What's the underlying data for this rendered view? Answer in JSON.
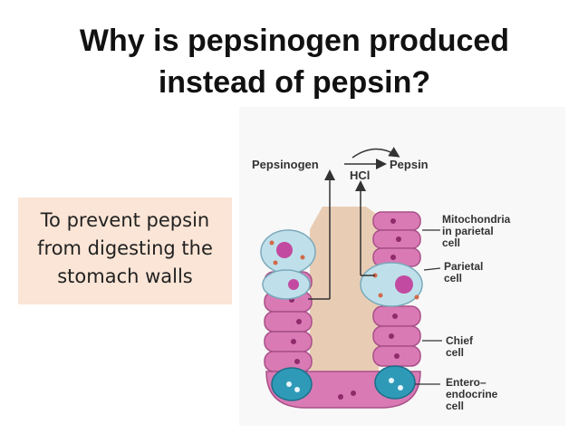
{
  "slide": {
    "title_line1": "Why is pepsinogen produced",
    "title_line2": "instead of pepsin?"
  },
  "answer_box": {
    "lines": [
      "To prevent pepsin",
      "from digesting the",
      "stomach walls"
    ]
  },
  "diagram": {
    "labels": {
      "pepsinogen": "Pepsinogen",
      "hcl": "HCl",
      "pepsin": "Pepsin",
      "mito_1": "Mitochondria",
      "mito_2": "in parietal",
      "mito_3": "cell",
      "parietal_1": "Parietal",
      "parietal_2": "cell",
      "chief_1": "Chief",
      "chief_2": "cell",
      "entero_1": "Entero–",
      "entero_2": "endocrine",
      "entero_3": "cell"
    }
  }
}
